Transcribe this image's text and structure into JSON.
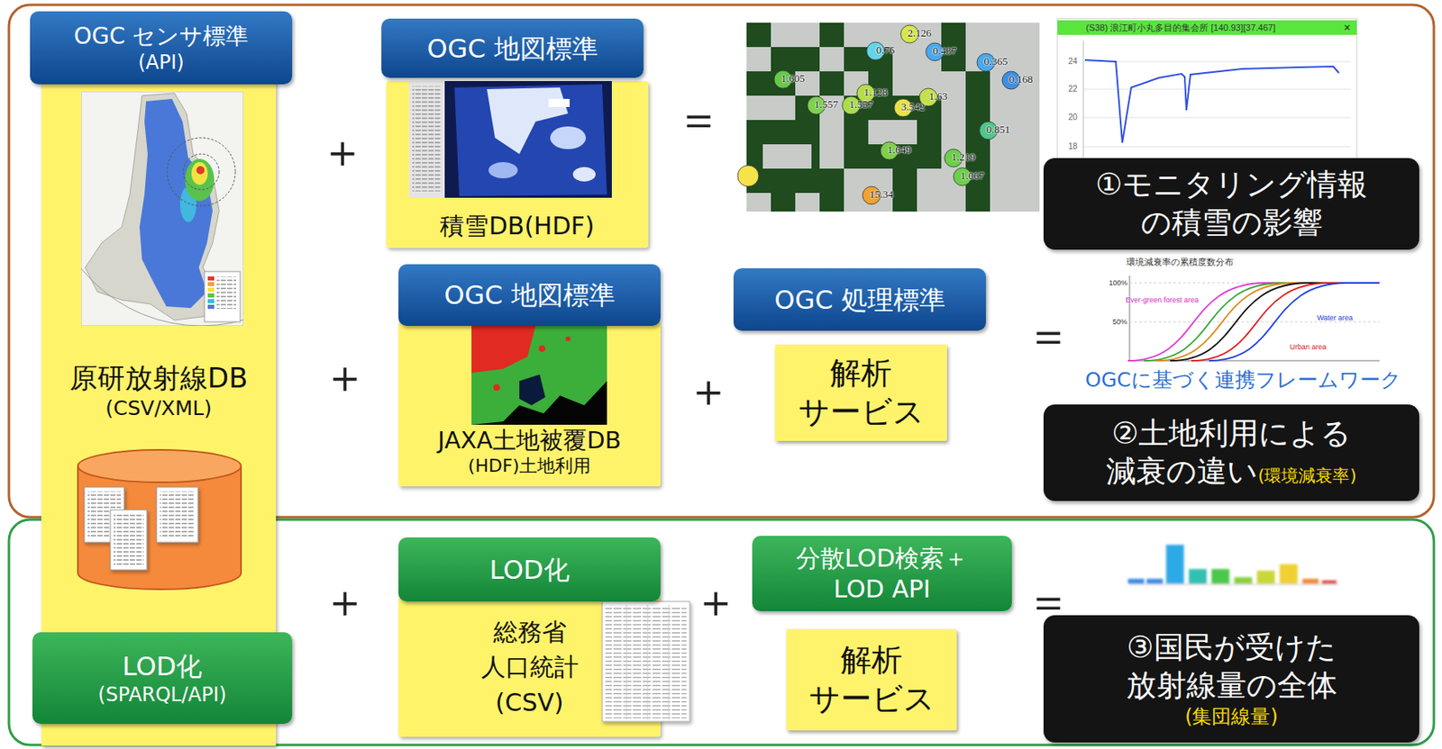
{
  "diagram": {
    "nodes": [
      {
        "text": [
          "原研放射線DB",
          "(CSV/XML)"
        ]
      },
      {
        "text": [
          "OGC センサ標準",
          "(API)"
        ],
        "in": 0
      },
      {
        "text": [
          "LOD化",
          "(SPARQL/API)"
        ],
        "in": 0
      },
      {
        "text": [
          "OGC 地図標準"
        ]
      },
      {
        "text": [
          "積雪DB(HDF)"
        ]
      },
      {
        "text": [
          "①モニタリング情報の積雪の影響"
        ]
      },
      {
        "text": [
          "OGC 地図標準"
        ]
      },
      {
        "text": [
          "JAXA土地被覆DB",
          "(HDF)土地利用"
        ]
      },
      {
        "text": [
          "OGC 処理標準"
        ]
      },
      {
        "text": [
          "解析 サービス"
        ]
      },
      {
        "text": [
          "②土地利用による減衰の違い",
          "(環境減衰率)"
        ]
      },
      {
        "text": [
          "LOD化"
        ]
      },
      {
        "text": [
          "総務省 人口統計 (CSV)"
        ]
      },
      {
        "text": [
          "分散LOD検索＋ LOD API"
        ]
      },
      {
        "text": [
          "解析 サービス"
        ]
      },
      {
        "text": [
          "③国民が受けた 放射線量の全体",
          "(集団線量)"
        ]
      }
    ],
    "labels": [
      "＋",
      "＝",
      "2.126",
      "0.76",
      "0.437",
      "0.365",
      "0.168",
      "1.605",
      "1.128",
      "1.557",
      "1.557",
      "3.542",
      "1.63",
      "0.851",
      "1.649",
      "1.219",
      "1.067",
      "15.34",
      "(S38) 浪江町小丸多目的集会所 [140.93][37.467]",
      "×",
      "24",
      "22",
      "20",
      "18",
      "＋",
      "＋",
      "＝",
      "環境減衰率の累積度数分布",
      "100%",
      "50%",
      "Ever-green forest area",
      "Water area",
      "Urban area",
      "OGCに基づく連携フレームワーク",
      "＋",
      "＋",
      "＝"
    ]
  }
}
